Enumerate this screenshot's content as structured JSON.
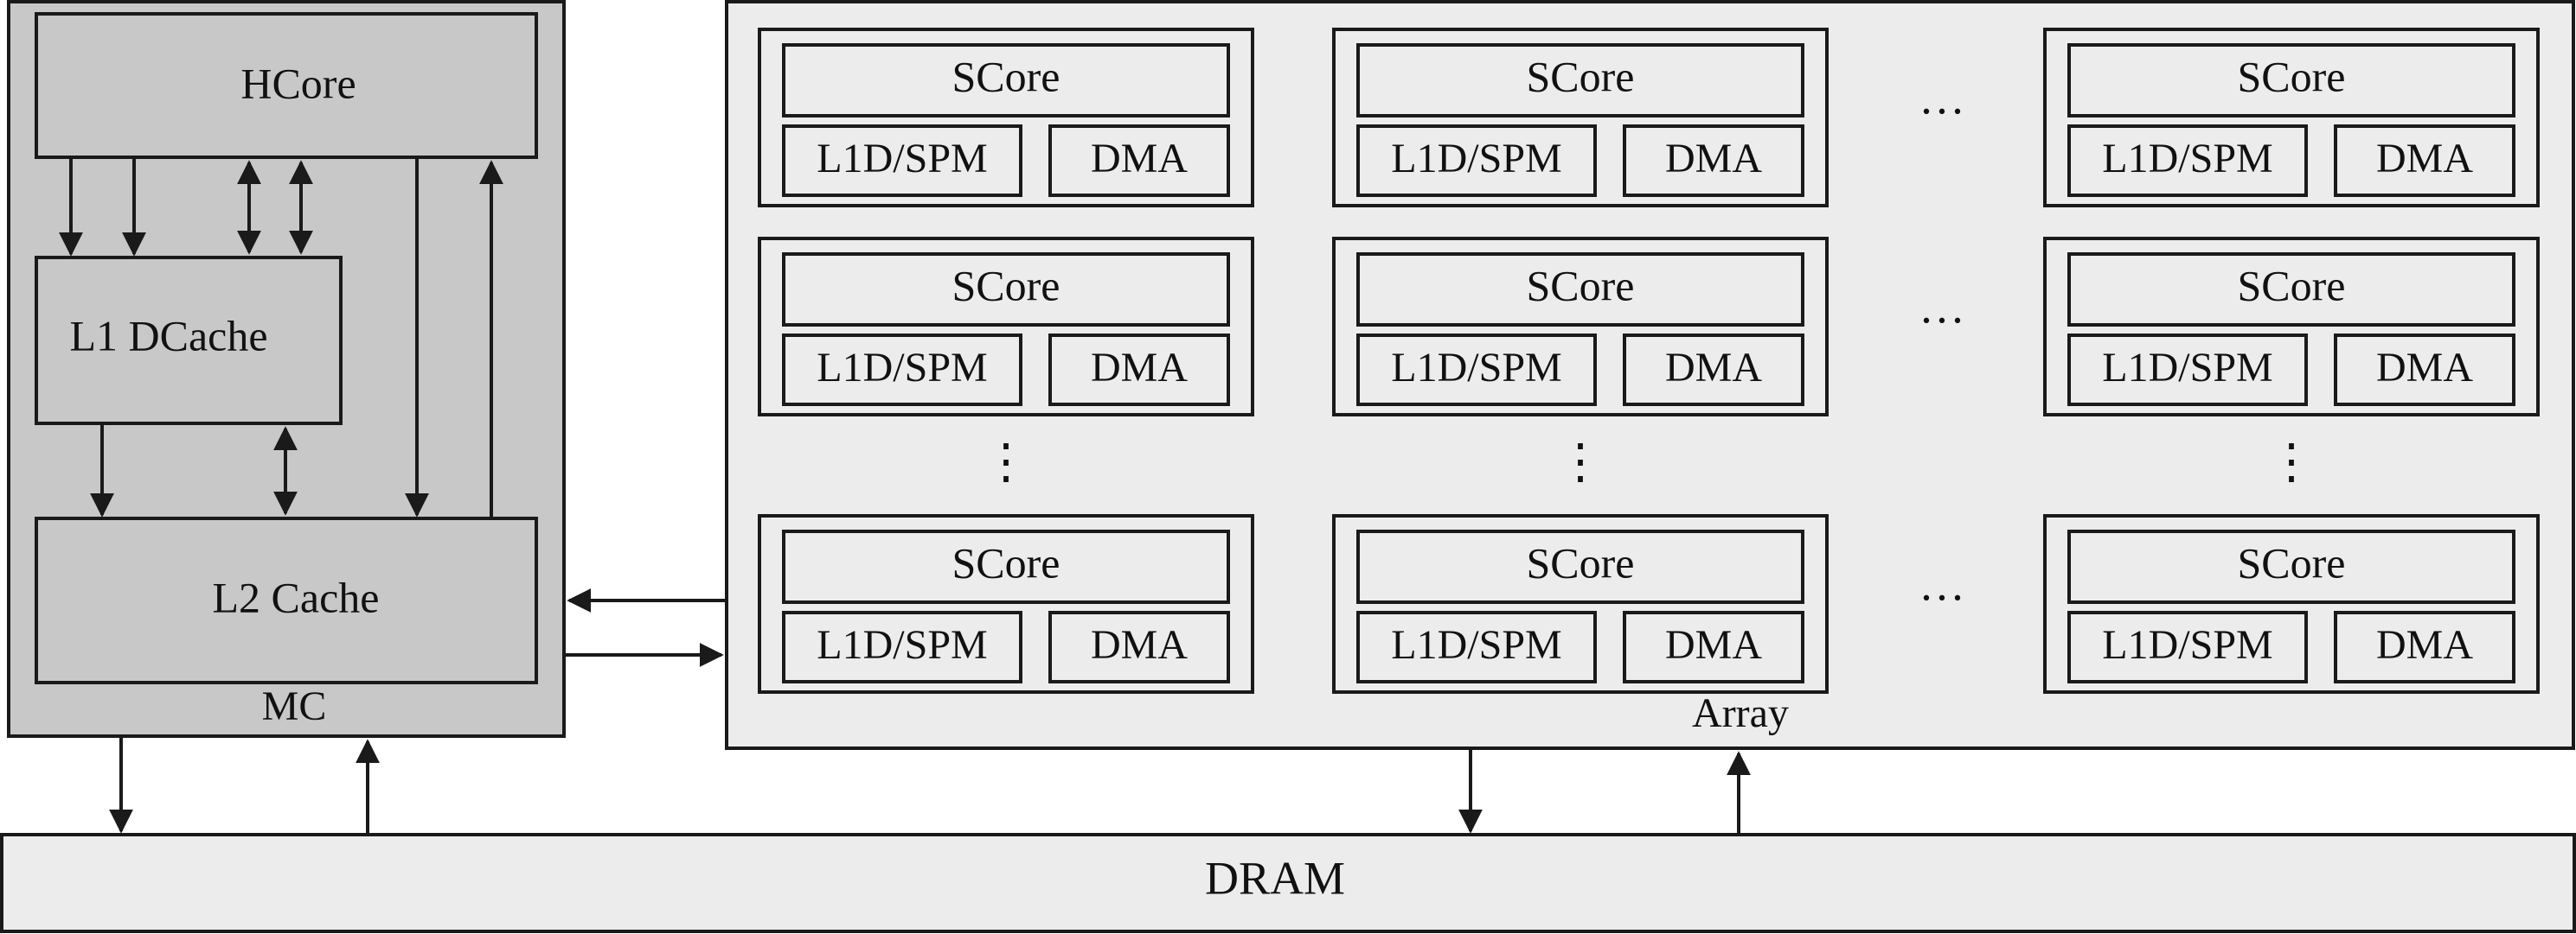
{
  "mc": {
    "label": "MC",
    "hcore": "HCore",
    "l1": "L1 DCache",
    "l2": "L2 Cache"
  },
  "array": {
    "label": "Array",
    "tile": {
      "score": "SCore",
      "mem": "L1D/SPM",
      "dma": "DMA"
    },
    "h_ellipsis": "···",
    "v_ellipsis": "⋮"
  },
  "dram": {
    "label": "DRAM"
  },
  "colors": {
    "mc_fill": "#c8c8c8",
    "array_fill": "#ececec",
    "dram_fill": "#ececec",
    "stroke": "#1a1a1a"
  }
}
